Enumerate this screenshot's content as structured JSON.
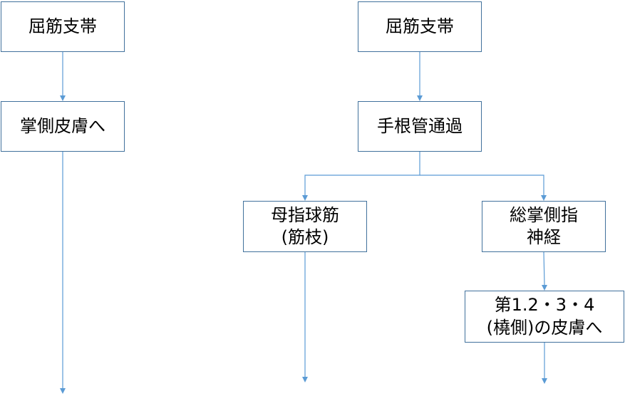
{
  "diagram": {
    "left_chart": {
      "top_box": "屈筋支帯",
      "middle_box": "掌側皮膚へ"
    },
    "right_chart": {
      "top_box": "屈筋支帯",
      "middle_box": "手根管通過",
      "branch_left_box": "母指球筋\n(筋枝)",
      "branch_right_box": "総掌側指\n神経",
      "bottom_box": "第1.2・3・4\n(橈側)の皮膚へ"
    },
    "line_color": "#5b9bd5",
    "border_color": "#41719c"
  }
}
